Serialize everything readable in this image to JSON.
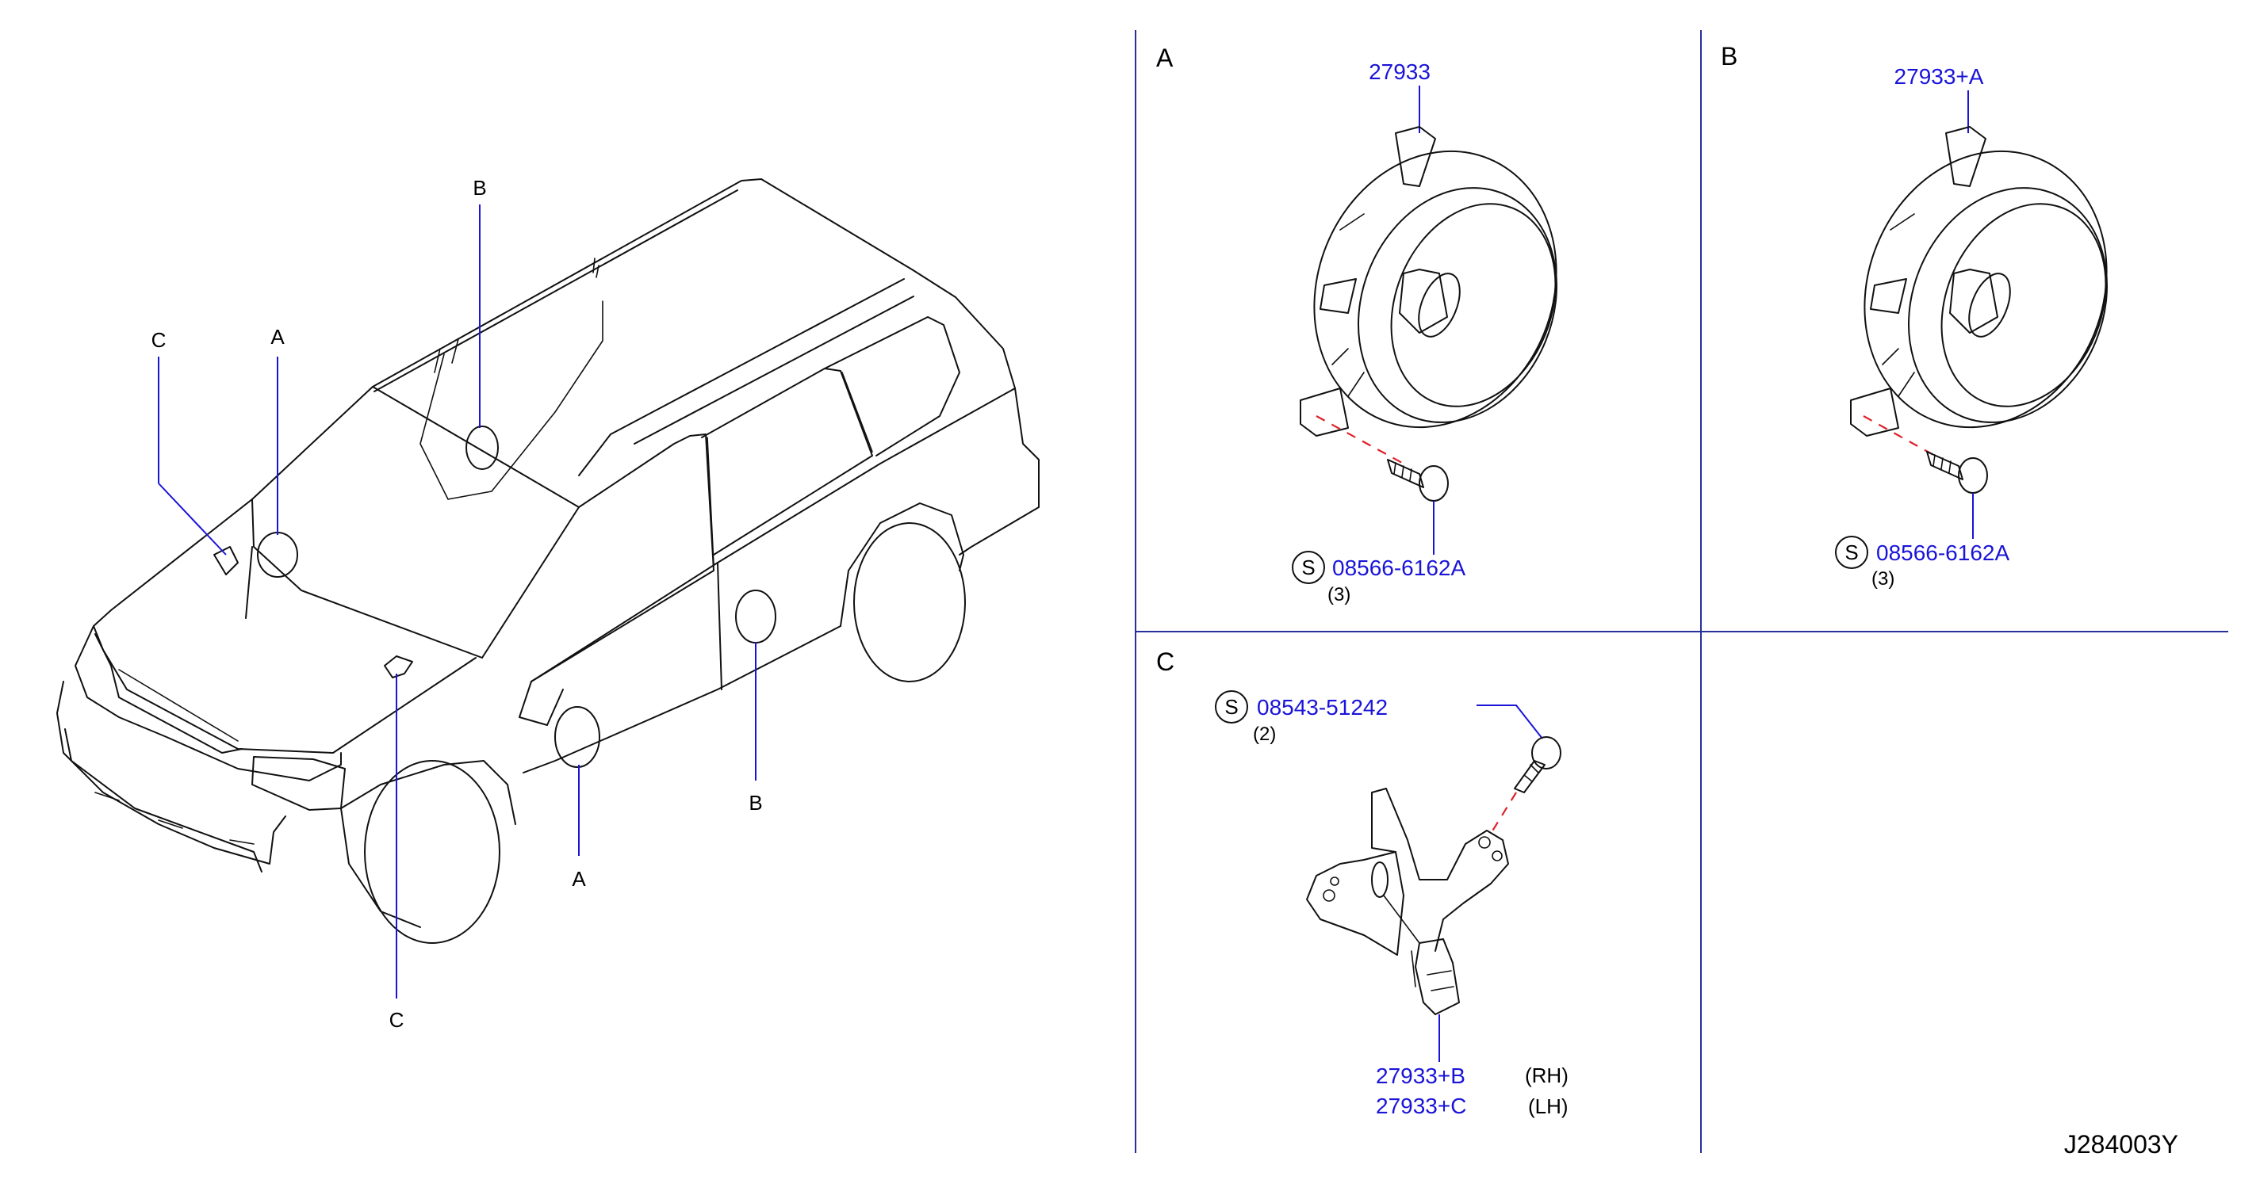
{
  "vehicle_callouts": [
    "C",
    "A",
    "B",
    "B",
    "A",
    "C"
  ],
  "sections": {
    "a": {
      "letter": "A",
      "part_number": "27933",
      "screw_symbol": "S",
      "screw_number": "08566-6162A",
      "screw_qty": "(3)"
    },
    "b": {
      "letter": "B",
      "part_number": "27933+A",
      "screw_symbol": "S",
      "screw_number": "08566-6162A",
      "screw_qty": "(3)"
    },
    "c": {
      "letter": "C",
      "screw_symbol": "S",
      "screw_number": "08543-51242",
      "screw_qty": "(2)",
      "part_rh": "27933+B",
      "side_rh": "(RH)",
      "part_lh": "27933+C",
      "side_lh": "(LH)"
    }
  },
  "diagram_code": "J284003Y",
  "colors": {
    "part_text": "#1a14d8",
    "leader": "#1a14d8",
    "install_path": "#e0202a",
    "divider": "#27309a"
  }
}
